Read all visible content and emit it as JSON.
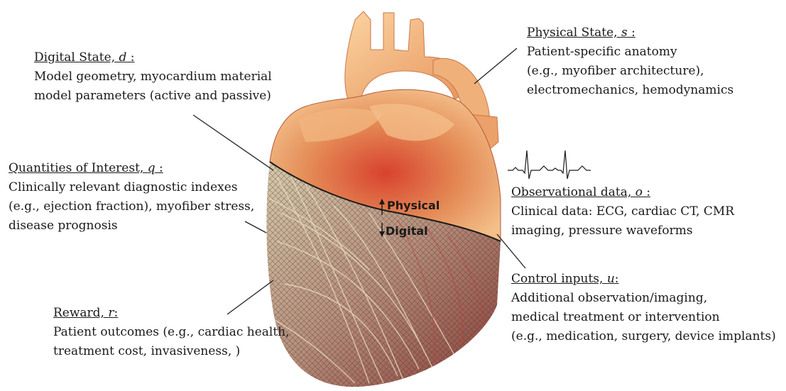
{
  "labels": {
    "digital_state": {
      "title": "Digital State, ",
      "symbol": "d",
      "suffix": " :",
      "lines": [
        "Model geometry, myocardium material",
        "model parameters (active and passive)"
      ]
    },
    "physical_state": {
      "title": "Physical State, ",
      "symbol": "s",
      "suffix": " :",
      "lines": [
        "Patient-specific anatomy",
        "(e.g., myofiber architecture),",
        "electromechanics, hemodynamics"
      ]
    },
    "quantities_of_interest": {
      "title": "Quantities of Interest, ",
      "symbol": "q",
      "suffix": " :",
      "lines": [
        "Clinically relevant diagnostic indexes",
        "(e.g., ejection fraction), myofiber stress,",
        "disease prognosis"
      ]
    },
    "observational_data": {
      "title": "Observational data, ",
      "symbol": "o",
      "suffix": " :",
      "lines": [
        "Clinical data: ECG, cardiac CT, CMR",
        "imaging, pressure waveforms"
      ]
    },
    "control_inputs": {
      "title": "Control inputs, ",
      "symbol": "u",
      "suffix": ":",
      "lines": [
        "Additional observation/imaging,",
        "medical treatment or intervention",
        "(e.g., medication, surgery, device implants)"
      ]
    },
    "reward": {
      "title": "Reward, ",
      "symbol": "r",
      "suffix": ":",
      "lines": [
        "Patient outcomes (e.g., cardiac health,",
        "treatment cost, invasiveness, )"
      ]
    }
  },
  "heart_tags": {
    "physical": "Physical",
    "digital": "Digital"
  },
  "colors": {
    "heart_physical": "#e8a06a",
    "heart_red": "#b8352a",
    "heart_digital": "#c9b79a",
    "mesh": "#2a3a44",
    "leader": "#222222"
  }
}
